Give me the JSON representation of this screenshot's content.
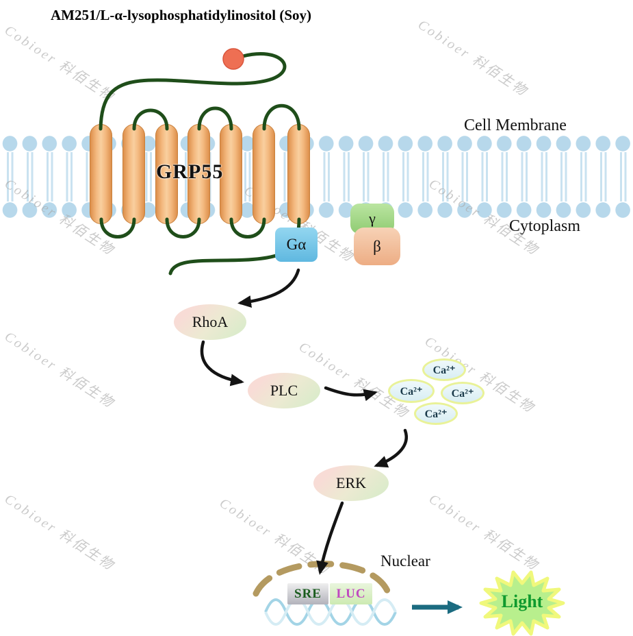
{
  "title": "AM251/L-α-lysophosphatidylinositol (Soy)",
  "watermark": {
    "text": "Cobioer 科佰生物"
  },
  "membrane": {
    "label": "Cell Membrane",
    "cytoplasm_label": "Cytoplasm"
  },
  "receptor": {
    "name": "GRP55"
  },
  "g_proteins": {
    "alpha": "Gα",
    "beta": "β",
    "gamma": "γ"
  },
  "pathway": {
    "rhoa": "RhoA",
    "plc": "PLC",
    "ca": "Ca²⁺",
    "erk": "ERK"
  },
  "nucleus": {
    "label": "Nuclear",
    "sre": "SRE",
    "luc": "LUC"
  },
  "output": {
    "light": "Light"
  },
  "colors": {
    "helix_orange": "#f3b87e",
    "lipid_blue": "#b7d8eb",
    "loop_green": "#1f4e1a",
    "ligand_red": "#ee6f53",
    "g_alpha_blue": "#6fc2e6",
    "gamma_green": "#a5d88c",
    "beta_peach": "#f2c0a0",
    "ca_border_yellow": "#e9f298",
    "arrow_black": "#141414",
    "arrow_teal": "#1b6b80",
    "light_green": "#b8ef8d",
    "light_text_green": "#0f9a2e",
    "luc_magenta": "#c04ac0",
    "envelope_tan": "#b49a60"
  }
}
